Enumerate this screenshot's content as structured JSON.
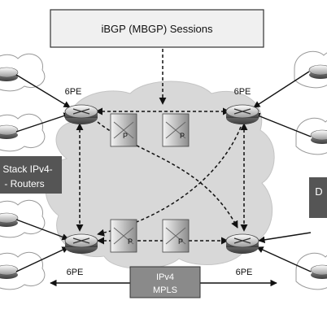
{
  "diagram": {
    "banner_label": "iBGP (MBGP) Sessions",
    "pe_label": "6PE",
    "p_label": "P",
    "left_box_line1": "Stack IPv4-",
    "left_box_line2": "- Routers",
    "right_box_label": "D",
    "core_box_line1": "IPv4",
    "core_box_line2": "MPLS"
  }
}
